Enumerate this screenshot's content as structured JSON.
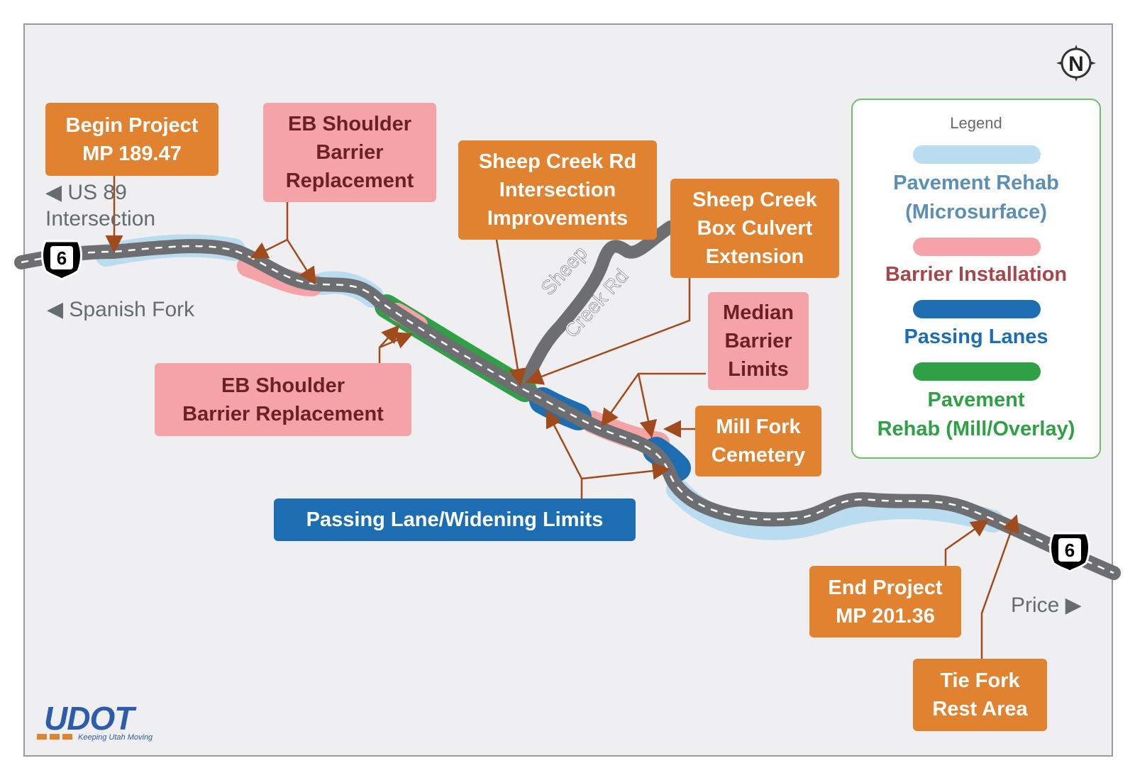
{
  "callouts": {
    "begin_project": "Begin Project\nMP 189.47",
    "eb_shoulder_top": "EB Shoulder\nBarrier\nReplacement",
    "eb_shoulder_bottom": "EB Shoulder\nBarrier Replacement",
    "sheep_creek_rd": "Sheep Creek Rd\nIntersection\nImprovements",
    "sheep_creek_box": "Sheep Creek\nBox Culvert\nExtension",
    "median_barrier": "Median\nBarrier\nLimits",
    "mill_fork": "Mill Fork\nCemetery",
    "passing_lane": "Passing Lane/Widening Limits",
    "end_project": "End Project\nMP 201.36",
    "tie_fork": "Tie Fork\nRest Area"
  },
  "places": {
    "us89": "◀ US 89\nIntersection",
    "spanish_fork": "◀  Spanish Fork",
    "price": "Price  ▶",
    "sheep_road_1": "Sheep",
    "sheep_road_2": "Creek Rd"
  },
  "shields": {
    "west": "6",
    "east": "6"
  },
  "compass": "N",
  "legend": {
    "title": "Legend",
    "items": [
      {
        "label": "Pavement Rehab\n(Microsurface)",
        "color": "#b9dcf0",
        "text_color": "#5b8fb5"
      },
      {
        "label": "Barrier Installation",
        "color": "#f4a3a6",
        "text_color": "#a7464b"
      },
      {
        "label": "Passing Lanes",
        "color": "#1d6db3",
        "text_color": "#1d6db3"
      },
      {
        "label": "Pavement\nRehab (Mill/Overlay)",
        "color": "#2fa046",
        "text_color": "#2fa046"
      }
    ]
  },
  "logo": {
    "name": "UDOT",
    "tagline": "Keeping Utah Moving"
  }
}
